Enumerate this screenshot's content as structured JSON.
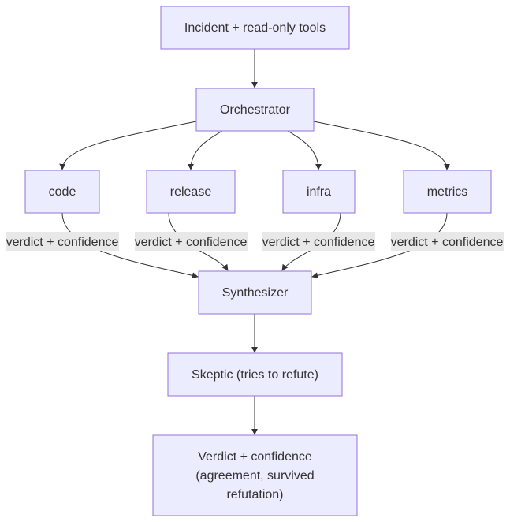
{
  "nodes": {
    "input": "Incident + read-only tools",
    "orchestrator": "Orchestrator",
    "code": "code",
    "release": "release",
    "infra": "infra",
    "metrics": "metrics",
    "synthesizer": "Synthesizer",
    "skeptic": "Skeptic (tries to refute)",
    "verdict": [
      "Verdict + confidence",
      "(agreement, survived",
      "refutation)"
    ]
  },
  "edge_labels": {
    "code": "verdict + confidence",
    "release": "verdict + confidence",
    "infra": "verdict + confidence",
    "metrics": "verdict + confidence"
  },
  "colors": {
    "node_fill": "#ececff",
    "node_stroke": "#9370db",
    "edge": "#333333",
    "label_bg": "#e8e8e8",
    "text": "#333333"
  }
}
